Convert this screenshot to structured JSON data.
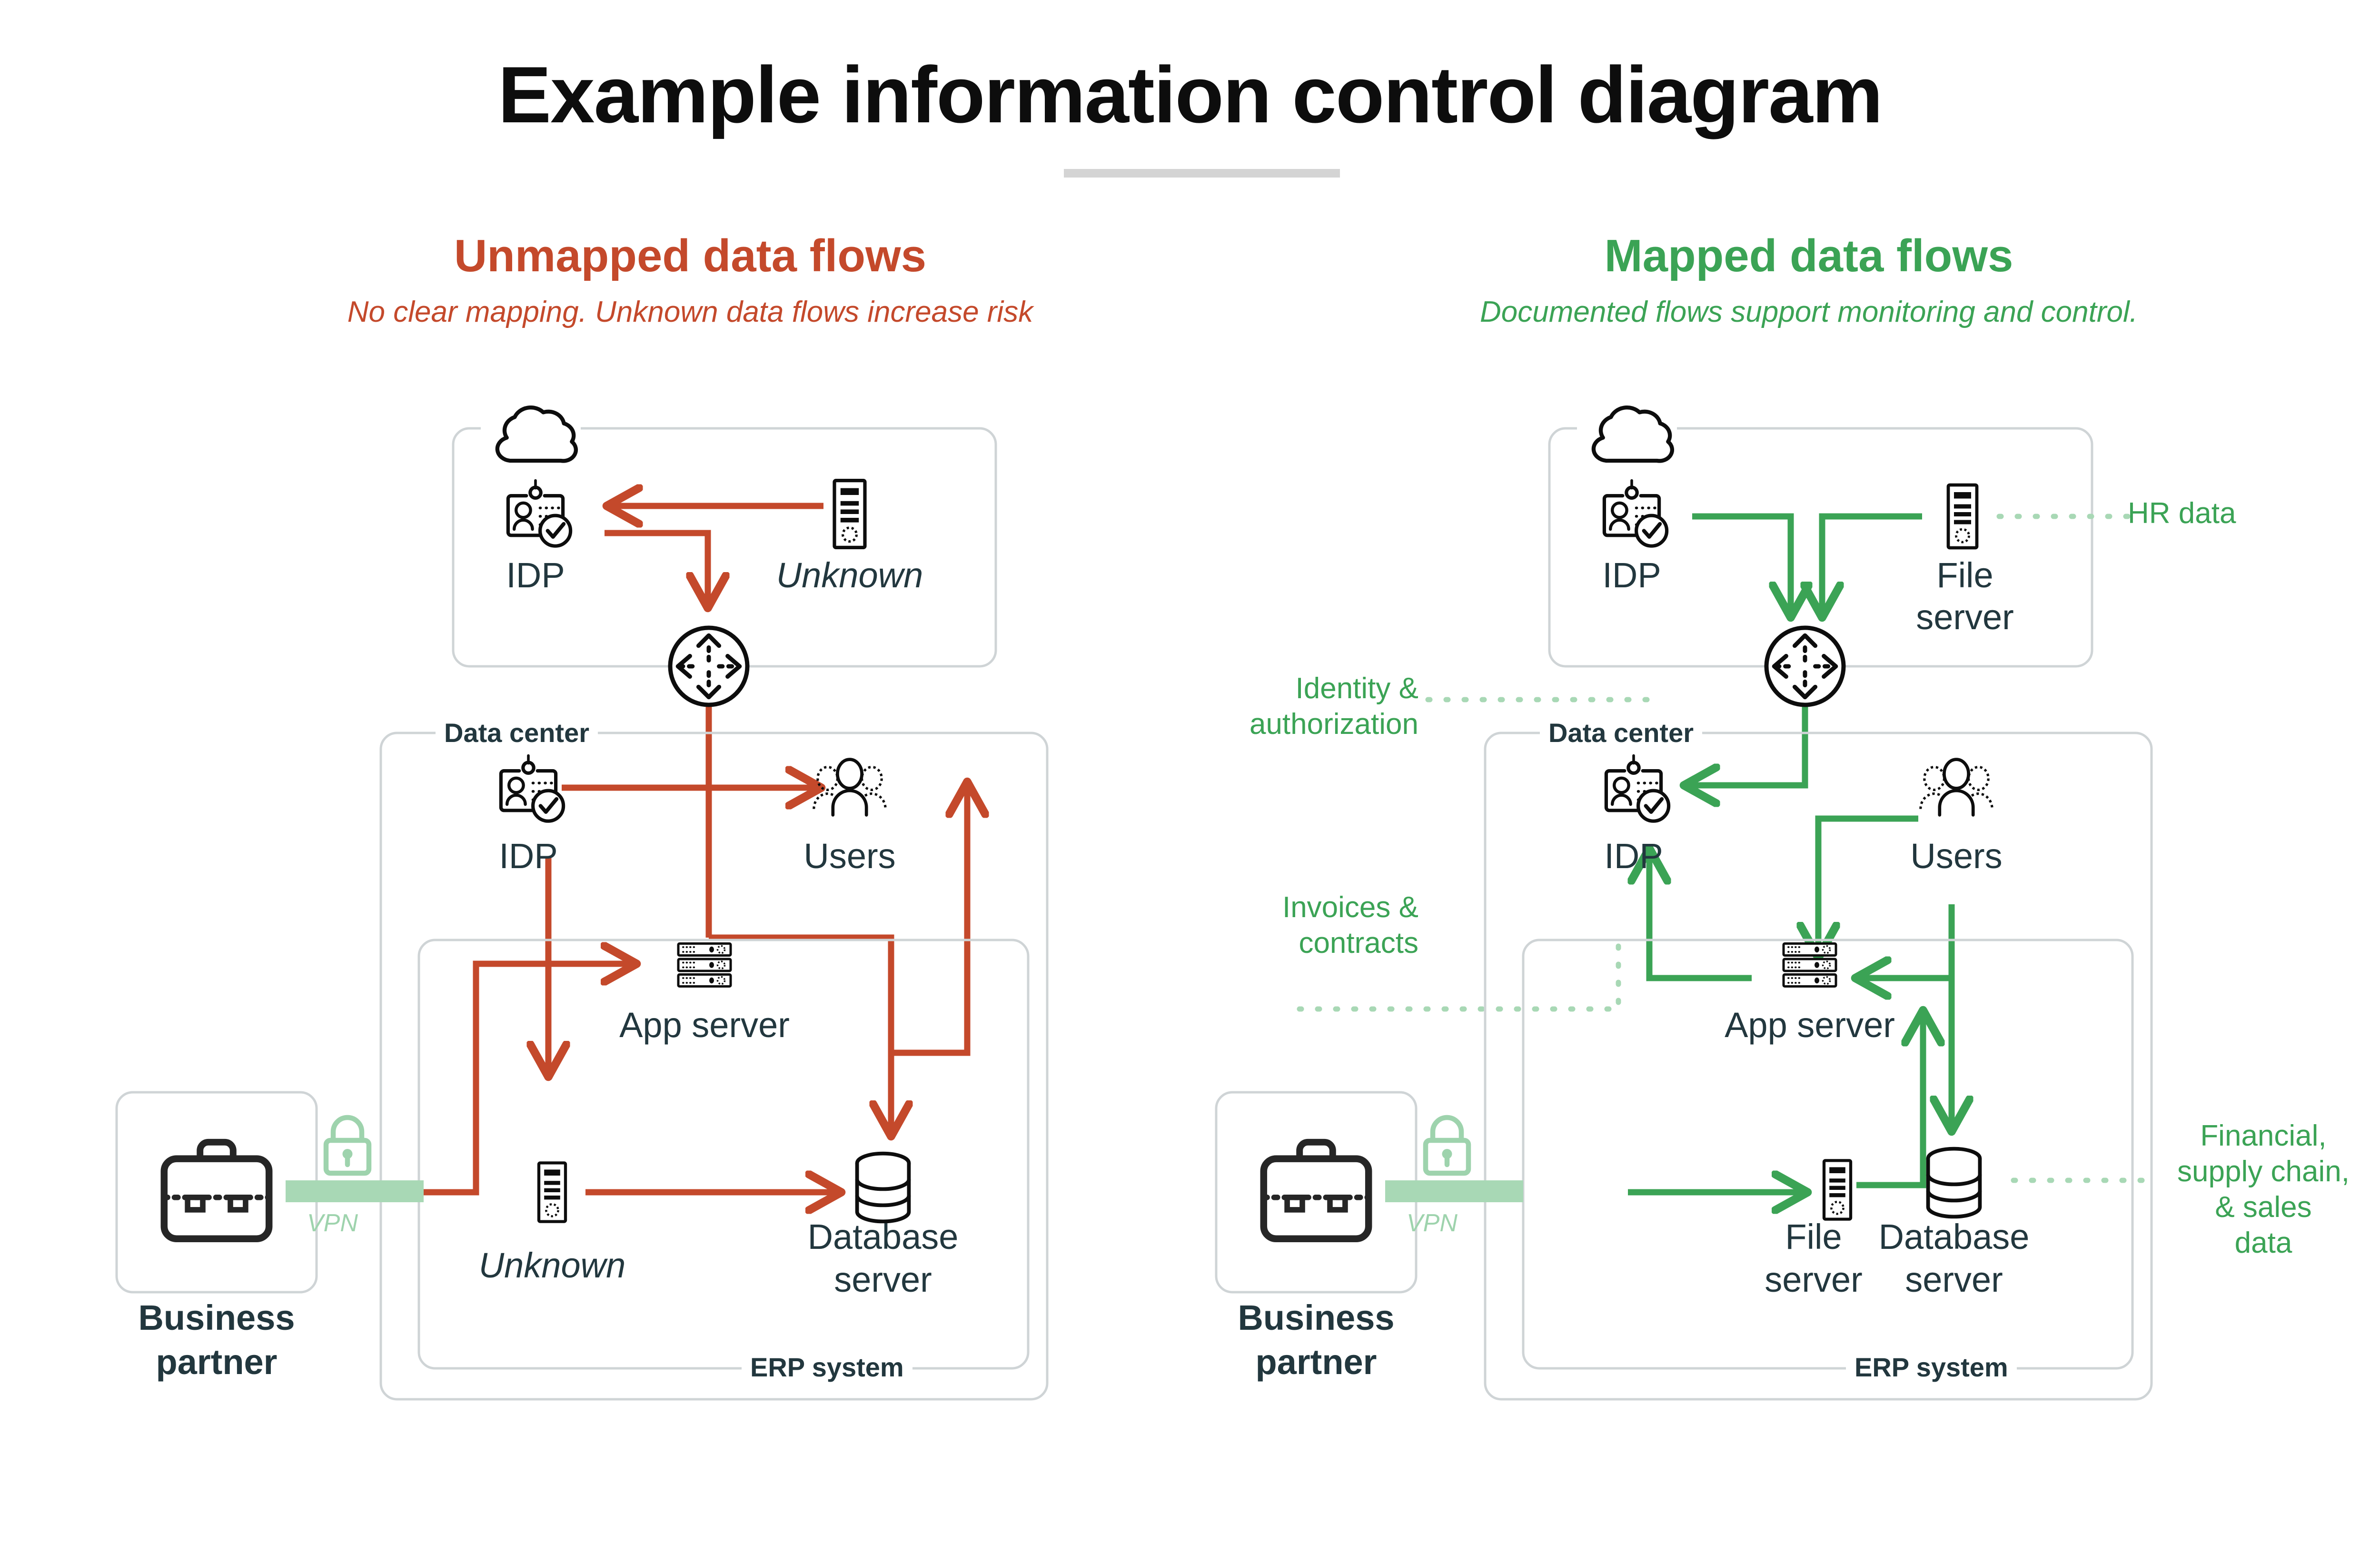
{
  "title": "Example information control diagram",
  "colors": {
    "unmapped": "#c4492b",
    "mapped": "#3ba355",
    "mapped_light": "#a8d8b5",
    "text": "#22373e",
    "box_border": "#cfd4d6",
    "rule": "#d4d4d4"
  },
  "columns": [
    {
      "id": "unmapped",
      "heading": "Unmapped data flows",
      "subheading": "No clear mapping. Unknown data flows increase risk",
      "external": {
        "label": "Business\npartner",
        "label_line1": "Business",
        "label_line2": "partner",
        "icon": "briefcase-icon"
      },
      "link": {
        "label": "VPN",
        "icon": "lock-icon"
      },
      "cloud": {
        "icon": "cloud-icon",
        "router_icon": "router-icon",
        "nodes": [
          {
            "id": "cloud-idp",
            "label": "IDP",
            "icon": "id-badge-icon",
            "italic": false
          },
          {
            "id": "cloud-unknown",
            "label": "Unknown",
            "icon": "server-tower-icon",
            "italic": true
          }
        ]
      },
      "datacenter": {
        "caption": "Data center",
        "nodes": [
          {
            "id": "dc-idp",
            "label": "IDP",
            "icon": "id-badge-icon",
            "italic": false
          },
          {
            "id": "dc-users",
            "label": "Users",
            "icon": "users-icon",
            "italic": false
          }
        ],
        "erp": {
          "caption": "ERP system",
          "nodes": [
            {
              "id": "erp-app",
              "label": "App server",
              "icon": "rack-server-icon",
              "italic": false
            },
            {
              "id": "erp-unknown",
              "label": "Unknown",
              "icon": "server-tower-icon",
              "italic": true
            },
            {
              "id": "erp-db",
              "label": "Database\nserver",
              "label_line1": "Database",
              "label_line2": "server",
              "icon": "database-icon",
              "italic": false
            }
          ]
        }
      },
      "annotations": []
    },
    {
      "id": "mapped",
      "heading": "Mapped data flows",
      "subheading": "Documented flows support monitoring and control.",
      "external": {
        "label": "Business\npartner",
        "label_line1": "Business",
        "label_line2": "partner",
        "icon": "briefcase-icon"
      },
      "link": {
        "label": "VPN",
        "icon": "lock-icon"
      },
      "cloud": {
        "icon": "cloud-icon",
        "router_icon": "router-icon",
        "nodes": [
          {
            "id": "m-cloud-idp",
            "label": "IDP",
            "icon": "id-badge-icon",
            "italic": false
          },
          {
            "id": "m-cloud-file",
            "label": "File\nserver",
            "label_line1": "File",
            "label_line2": "server",
            "icon": "server-tower-icon",
            "italic": false
          }
        ]
      },
      "datacenter": {
        "caption": "Data center",
        "nodes": [
          {
            "id": "m-dc-idp",
            "label": "IDP",
            "icon": "id-badge-icon",
            "italic": false
          },
          {
            "id": "m-dc-users",
            "label": "Users",
            "icon": "users-icon",
            "italic": false
          }
        ],
        "erp": {
          "caption": "ERP system",
          "nodes": [
            {
              "id": "m-erp-app",
              "label": "App server",
              "icon": "rack-server-icon",
              "italic": false
            },
            {
              "id": "m-erp-file",
              "label": "File\nserver",
              "label_line1": "File",
              "label_line2": "server",
              "icon": "server-tower-icon",
              "italic": false
            },
            {
              "id": "m-erp-db",
              "label": "Database\nserver",
              "label_line1": "Database",
              "label_line2": "server",
              "icon": "database-icon",
              "italic": false
            }
          ]
        }
      },
      "annotations": [
        {
          "id": "hr-data",
          "text": "HR data",
          "lines": [
            "HR data"
          ]
        },
        {
          "id": "identity-authorization",
          "text": "Identity & authorization",
          "lines": [
            "Identity &",
            "authorization"
          ]
        },
        {
          "id": "invoices-contracts",
          "text": "Invoices & contracts",
          "lines": [
            "Invoices &",
            "contracts"
          ]
        },
        {
          "id": "financial-supply-sales",
          "text": "Financial, supply chain, & sales data",
          "lines": [
            "Financial,",
            "supply chain,",
            "& sales",
            "data"
          ]
        }
      ]
    }
  ]
}
